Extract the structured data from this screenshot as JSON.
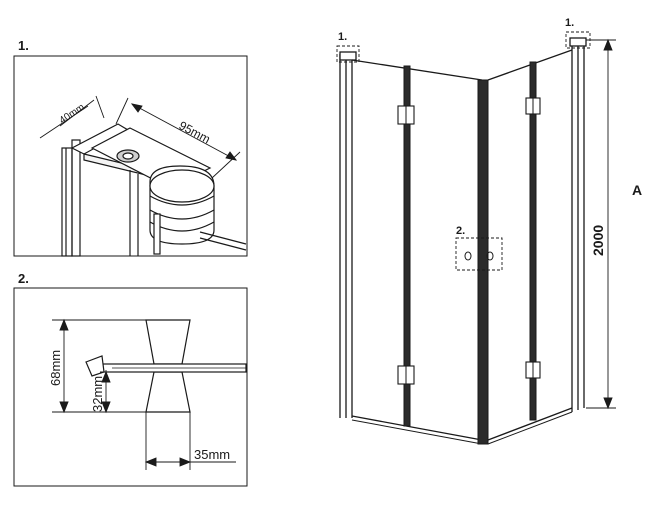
{
  "detail1": {
    "label": "1.",
    "dim_width": "40mm",
    "dim_length": "95mm"
  },
  "detail2": {
    "label": "2.",
    "dim_total": "68mm",
    "dim_lower": "32mm",
    "dim_width": "35mm"
  },
  "main": {
    "callout_top_left": "1.",
    "callout_top_right": "1.",
    "callout_handle": "2.",
    "height_value": "2000",
    "height_label": "A"
  },
  "colors": {
    "line": "#1a1a1a",
    "profile": "#2b2b2b"
  }
}
